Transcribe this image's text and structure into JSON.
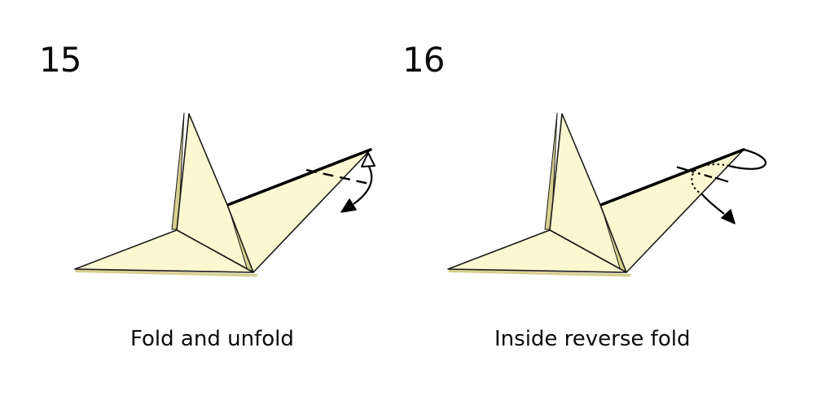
{
  "figures": [
    {
      "number": "15",
      "caption": "Fold and unfold"
    },
    {
      "number": "16",
      "caption": "Inside reverse fold"
    }
  ],
  "colors": {
    "background": "#ffffff",
    "paper": "#faf8d0",
    "paper_shade": "#d6d08f",
    "outline": "#1a1a1a",
    "annotation": "#000000"
  }
}
